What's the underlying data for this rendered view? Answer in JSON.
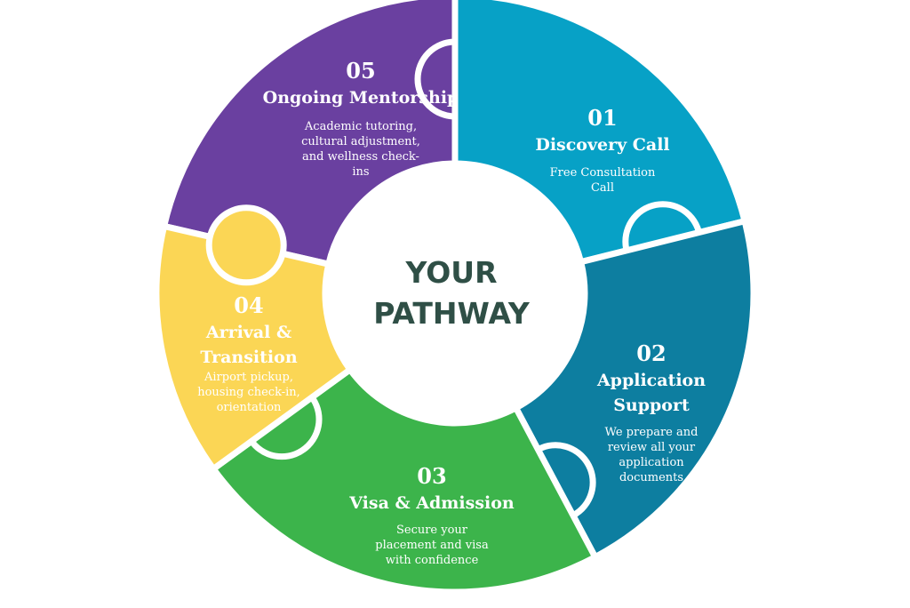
{
  "center": {
    "line1": "YOUR",
    "line2": "PATHWAY",
    "color": "#2f4f46"
  },
  "steps": [
    {
      "id": "05",
      "number": "05",
      "title_lines": [
        "Ongoing Mentorship"
      ],
      "desc_lines": [
        "Academic tutoring,",
        "cultural adjustment,",
        "and wellness check-",
        "ins"
      ],
      "color": "#6a40a0"
    },
    {
      "id": "01",
      "number": "01",
      "title_lines": [
        "Discovery Call"
      ],
      "desc_lines": [
        "Free Consultation",
        "Call"
      ],
      "color": "#07a1c6"
    },
    {
      "id": "02",
      "number": "02",
      "title_lines": [
        "Application",
        "Support"
      ],
      "desc_lines": [
        "We prepare and",
        "review all your",
        "application",
        "documents"
      ],
      "color": "#0d7ea0"
    },
    {
      "id": "03",
      "number": "03",
      "title_lines": [
        "Visa & Admission"
      ],
      "desc_lines": [
        "Secure your",
        "placement and visa",
        "with confidence"
      ],
      "color": "#3cb44b"
    },
    {
      "id": "04",
      "number": "04",
      "title_lines": [
        "Arrival &",
        "Transition"
      ],
      "desc_lines": [
        "Airport pickup,",
        "housing check-in,",
        "orientation"
      ],
      "color": "#fbd655"
    }
  ]
}
